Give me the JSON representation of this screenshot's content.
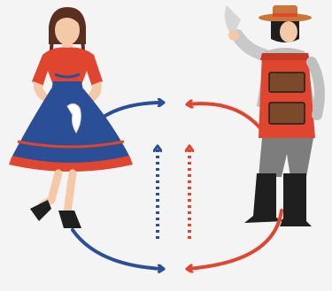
{
  "scene": {
    "background_color": "#f4f4f4",
    "colors": {
      "blue": "#2a4f96",
      "red": "#e0452f",
      "dark_red": "#c23a28",
      "skin": "#f4c9a8",
      "hair": "#5a2f1f",
      "black": "#1f1f1f",
      "gray": "#8c8c8c",
      "brown": "#7a4a2a"
    },
    "figures": [
      {
        "name": "woman-dancer",
        "description_icon": "cueca-woman-dancer-icon"
      },
      {
        "name": "man-dancer",
        "description_icon": "huaso-man-dancer-icon"
      }
    ],
    "arrows": [
      {
        "name": "blue-curved-arrow-top",
        "color": "blue"
      },
      {
        "name": "red-curved-arrow-top",
        "color": "red"
      },
      {
        "name": "blue-dotted-arrow-up",
        "color": "blue"
      },
      {
        "name": "red-dotted-arrow-up",
        "color": "red"
      },
      {
        "name": "blue-curved-arrow-bottom",
        "color": "blue"
      },
      {
        "name": "red-curved-arrow-bottom",
        "color": "red"
      }
    ]
  }
}
